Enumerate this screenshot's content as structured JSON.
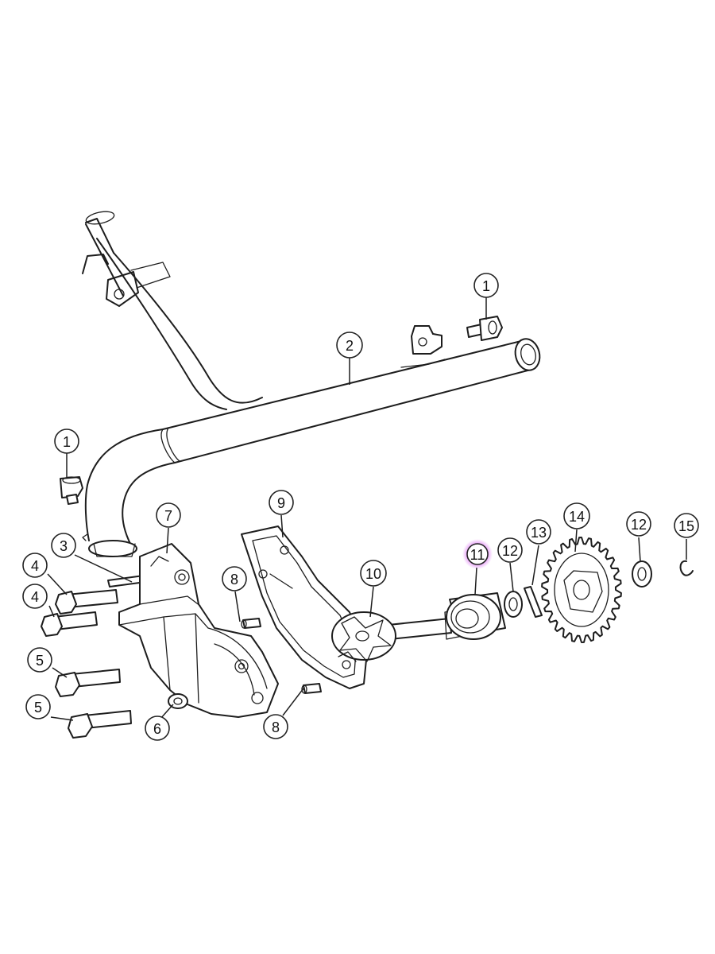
{
  "colors": {
    "line": "#1d1d1d",
    "background": "#ffffff",
    "highlight": "#cc33ee"
  },
  "highlighted_part": "11",
  "callouts": [
    {
      "id": "c1a",
      "label": "1"
    },
    {
      "id": "c2",
      "label": "2"
    },
    {
      "id": "c1b",
      "label": "1"
    },
    {
      "id": "c3",
      "label": "3"
    },
    {
      "id": "c4a",
      "label": "4"
    },
    {
      "id": "c4b",
      "label": "4"
    },
    {
      "id": "c5a",
      "label": "5"
    },
    {
      "id": "c5b",
      "label": "5"
    },
    {
      "id": "c6",
      "label": "6"
    },
    {
      "id": "c7",
      "label": "7"
    },
    {
      "id": "c8a",
      "label": "8"
    },
    {
      "id": "c8b",
      "label": "8"
    },
    {
      "id": "c9",
      "label": "9"
    },
    {
      "id": "c10",
      "label": "10"
    },
    {
      "id": "c11",
      "label": "11"
    },
    {
      "id": "c12a",
      "label": "12"
    },
    {
      "id": "c12b",
      "label": "12"
    },
    {
      "id": "c13",
      "label": "13"
    },
    {
      "id": "c14",
      "label": "14"
    },
    {
      "id": "c15",
      "label": "15"
    }
  ]
}
